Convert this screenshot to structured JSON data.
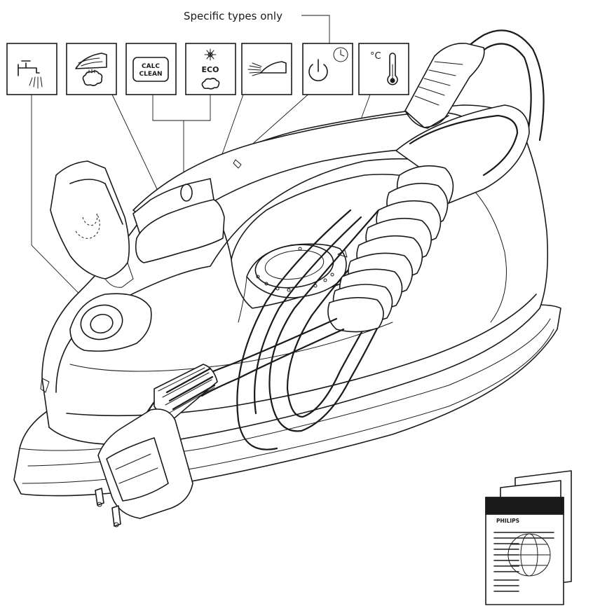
{
  "callout_label": "Specific types only",
  "icons": {
    "calc_clean_line1": "CALC",
    "calc_clean_line2": "CLEAN",
    "eco_label": "ECO",
    "temp_unit": "°C"
  },
  "manual": {
    "brand": "PHILIPS"
  }
}
